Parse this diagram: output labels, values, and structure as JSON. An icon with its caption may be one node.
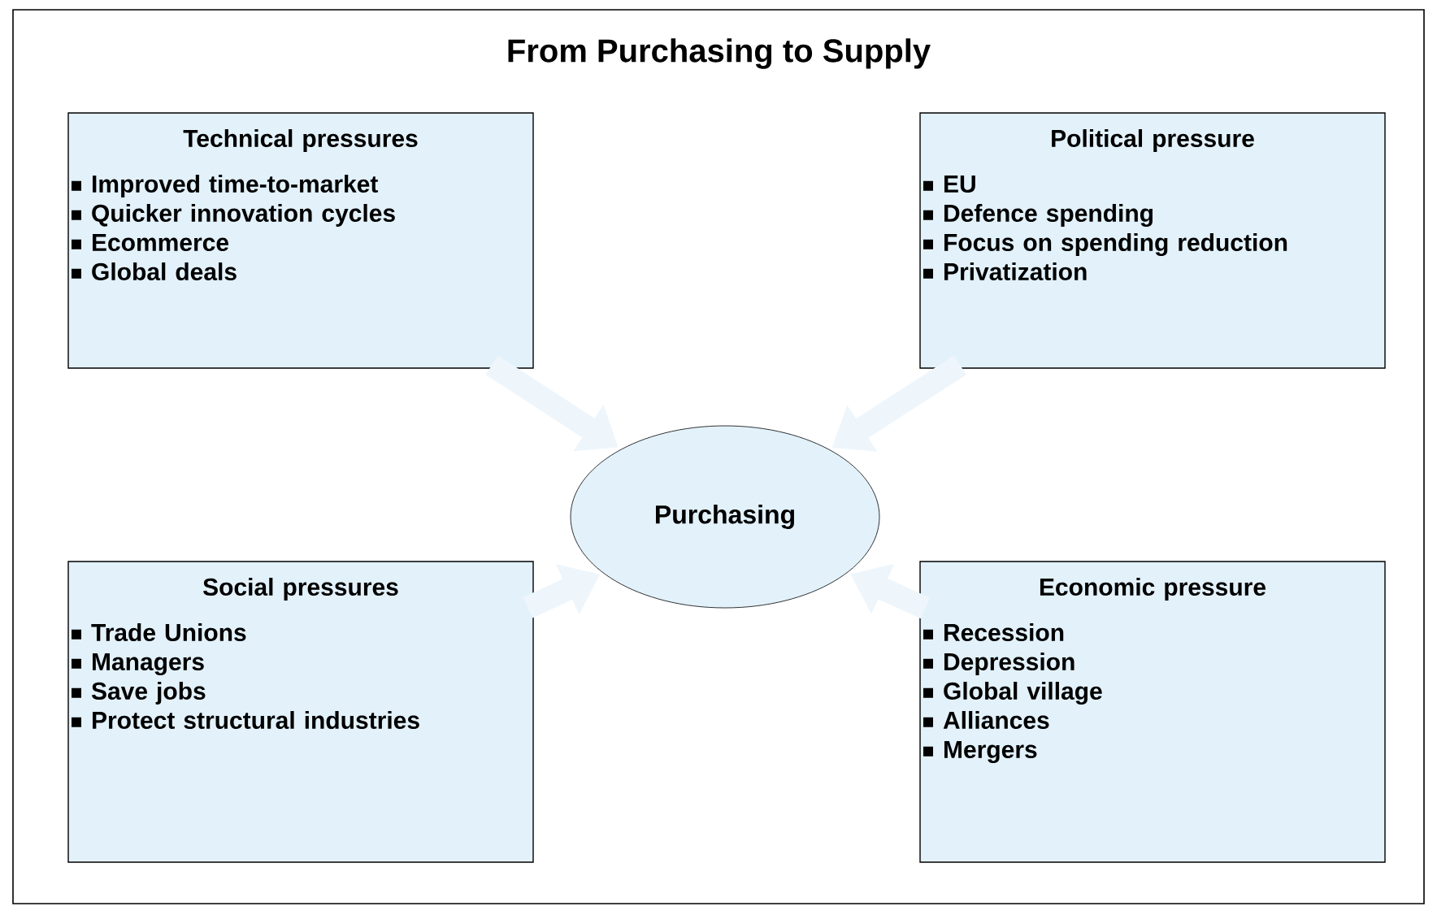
{
  "diagram": {
    "title": "From Purchasing to Supply",
    "nodes": [
      {
        "text": [
          "Technical pressures",
          "Improved time-to-market",
          "Quicker innovation cycles",
          "Ecommerce",
          "Global deals"
        ]
      },
      {
        "text": [
          "Political pressure",
          "EU",
          "Defence spending",
          "Focus on spending reduction",
          "Privatization"
        ]
      },
      {
        "text": [
          "Purchasing"
        ]
      },
      {
        "text": [
          "Social pressures",
          "Trade Unions",
          "Managers",
          "Save jobs",
          "Protect structural industries"
        ]
      },
      {
        "text": [
          "Economic pressure",
          "Recession",
          "Depression",
          "Global village",
          "Alliances",
          "Mergers"
        ]
      }
    ],
    "edges": [
      {
        "from": 0,
        "to": 2,
        "arrow": "to"
      },
      {
        "from": 1,
        "to": 2,
        "arrow": "to"
      },
      {
        "from": 3,
        "to": 2,
        "arrow": "to"
      },
      {
        "from": 4,
        "to": 2,
        "arrow": "to"
      }
    ]
  }
}
